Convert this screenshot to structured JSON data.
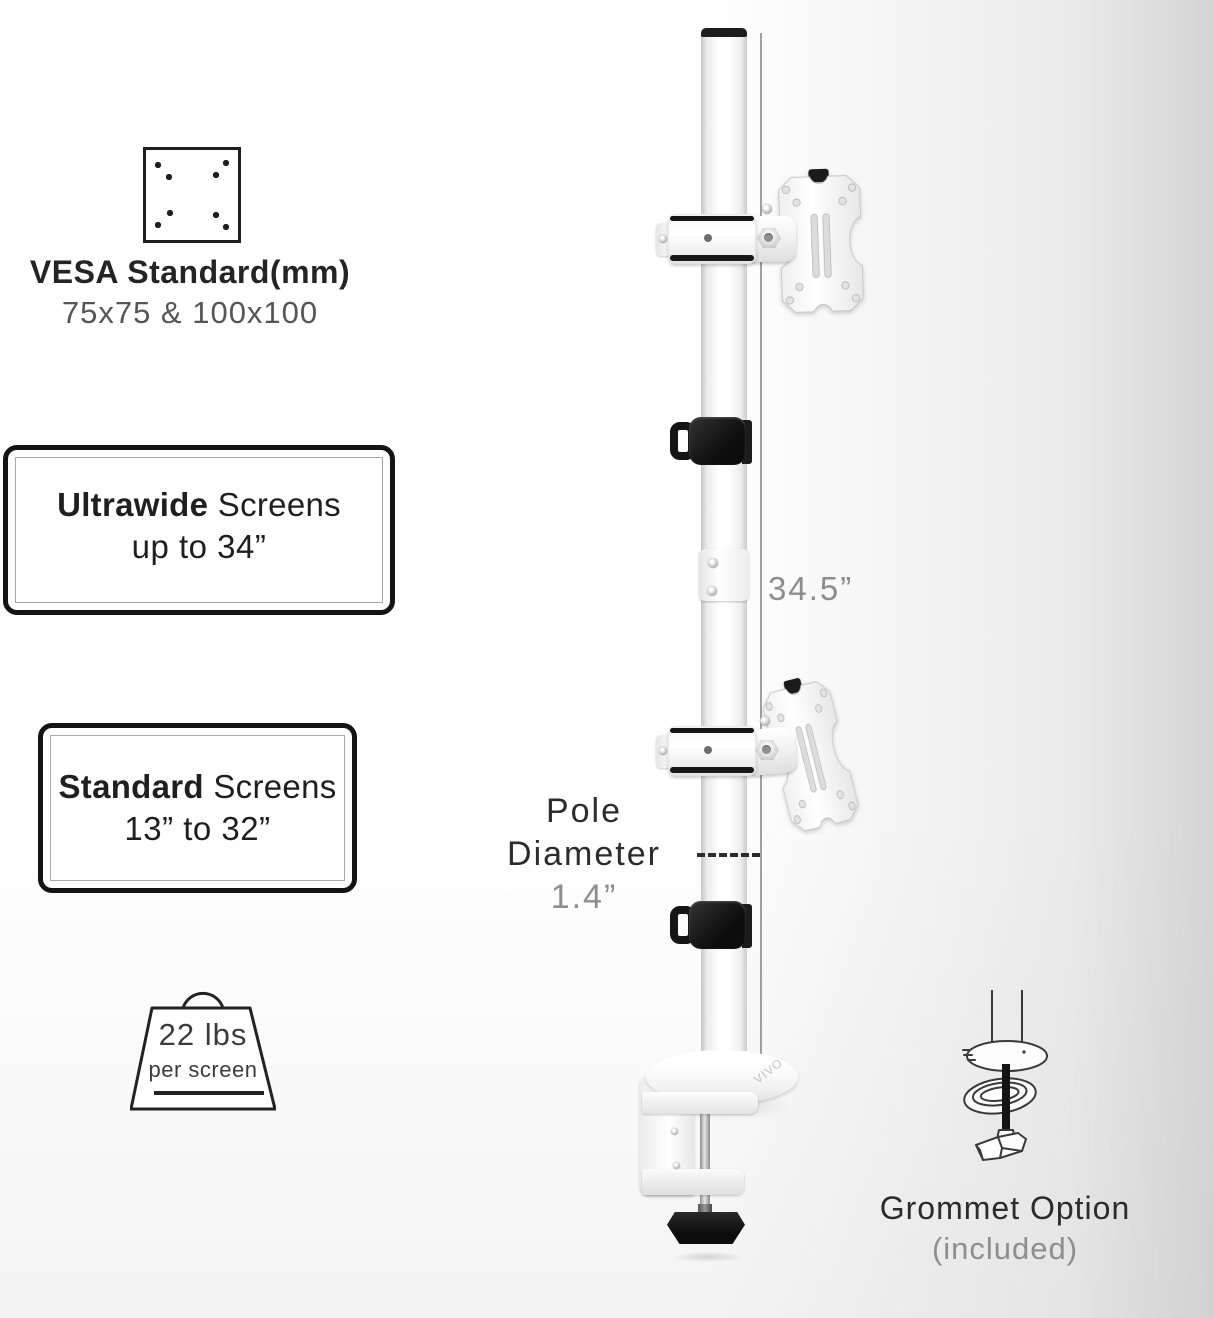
{
  "vesa": {
    "title": "VESA Standard(mm)",
    "subtitle": "75x75 & 100x100",
    "icon": "vesa-pattern-icon"
  },
  "badges": {
    "ultrawide": {
      "bold": "Ultrawide",
      "regular": " Screens",
      "line2": "up to 34”"
    },
    "standard": {
      "bold": "Standard",
      "regular": " Screens",
      "line2": "13” to 32”"
    }
  },
  "weight": {
    "value": "22 lbs",
    "unit": "per screen",
    "icon": "weight-icon"
  },
  "dimensions": {
    "height": "34.5”",
    "pole_label1": "Pole",
    "pole_label2": "Diameter",
    "pole_value": "1.4”"
  },
  "grommet": {
    "title": "Grommet Option",
    "subtitle": "(included)",
    "icon": "grommet-mount-icon"
  },
  "brand": {
    "name": "VIVO"
  },
  "colors": {
    "text_dark": "#2b2b2b",
    "text_muted": "#8d8d8d",
    "line_black": "#141414",
    "pole_white": "#ffffff",
    "bg_corner_gray": "#d2d2d2"
  }
}
